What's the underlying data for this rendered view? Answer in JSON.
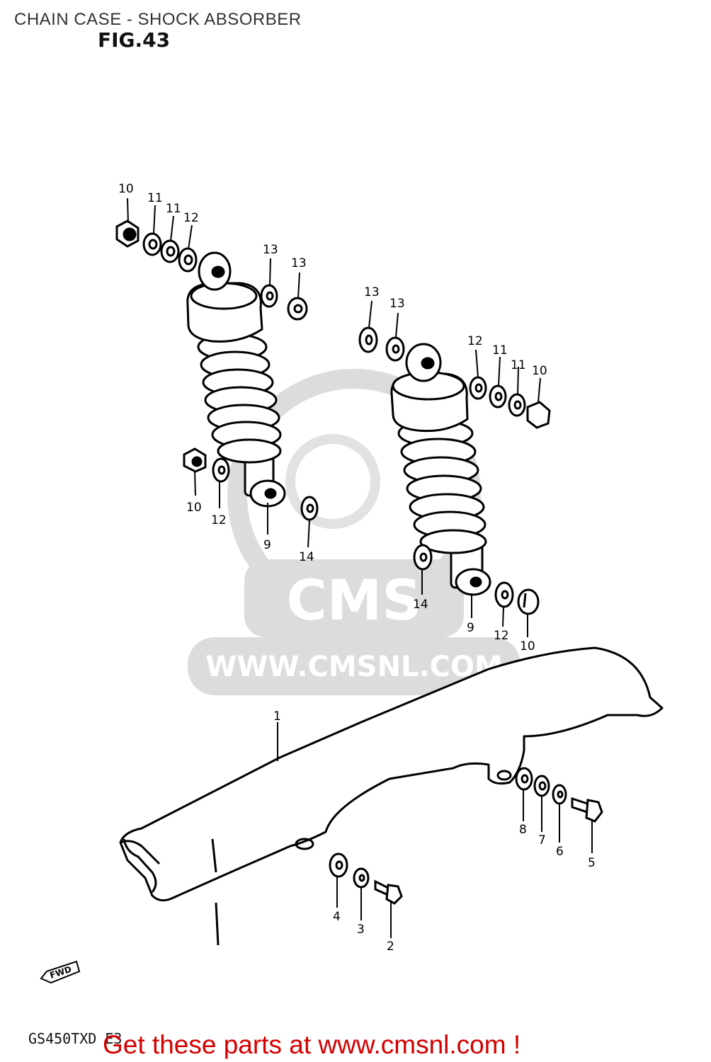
{
  "header": {
    "title": "CHAIN CASE - SHOCK ABSORBER",
    "figure": "FIG.43"
  },
  "watermark": {
    "brand": "CMS",
    "url": "WWW.CMSNL.COM"
  },
  "diagram": {
    "fwd_marker": "FWD",
    "callouts": [
      {
        "id": "c1",
        "label": "1"
      },
      {
        "id": "c2",
        "label": "2"
      },
      {
        "id": "c3",
        "label": "3"
      },
      {
        "id": "c4",
        "label": "4"
      },
      {
        "id": "c5",
        "label": "5"
      },
      {
        "id": "c6",
        "label": "6"
      },
      {
        "id": "c7",
        "label": "7"
      },
      {
        "id": "c8",
        "label": "8"
      },
      {
        "id": "c9a",
        "label": "9"
      },
      {
        "id": "c9b",
        "label": "9"
      },
      {
        "id": "c10a",
        "label": "10"
      },
      {
        "id": "c10b",
        "label": "10"
      },
      {
        "id": "c10c",
        "label": "10"
      },
      {
        "id": "c10d",
        "label": "10"
      },
      {
        "id": "c11a",
        "label": "11"
      },
      {
        "id": "c11b",
        "label": "11"
      },
      {
        "id": "c11c",
        "label": "11"
      },
      {
        "id": "c11d",
        "label": "11"
      },
      {
        "id": "c12a",
        "label": "12"
      },
      {
        "id": "c12b",
        "label": "12"
      },
      {
        "id": "c12c",
        "label": "12"
      },
      {
        "id": "c12d",
        "label": "12"
      },
      {
        "id": "c13a",
        "label": "13"
      },
      {
        "id": "c13b",
        "label": "13"
      },
      {
        "id": "c13c",
        "label": "13"
      },
      {
        "id": "c13d",
        "label": "13"
      },
      {
        "id": "c14a",
        "label": "14"
      },
      {
        "id": "c14b",
        "label": "14"
      }
    ]
  },
  "footer": {
    "model_code": "GS450TXD E3",
    "cta": "Get these parts at www.cmsnl.com !"
  },
  "colors": {
    "cta": "#d40000",
    "line": "#000000",
    "watermark": "#d9d9d9"
  }
}
